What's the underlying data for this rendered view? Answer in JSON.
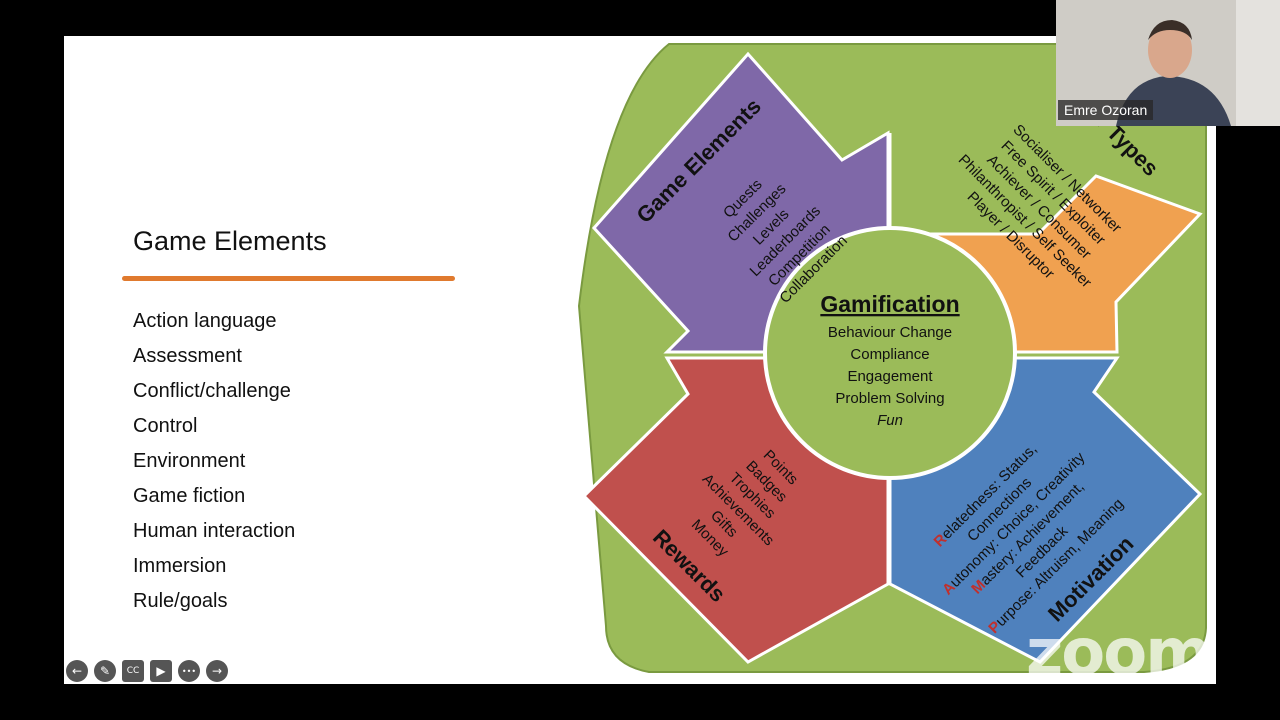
{
  "slide": {
    "title": "Game Elements",
    "items": [
      "Action language",
      "Assessment",
      "Conflict/challenge",
      "Control",
      "Environment",
      "Game fiction",
      "Human interaction",
      "Immersion",
      "Rule/goals"
    ]
  },
  "diagram": {
    "center": {
      "title": "Gamification",
      "lines": [
        "Behaviour Change",
        "Compliance",
        "Engagement",
        "Problem Solving"
      ],
      "fun": "Fun"
    },
    "game_elements": {
      "title": "Game Elements",
      "color": "#7f68a8",
      "items": [
        "Quests",
        "Challenges",
        "Levels",
        "Leaderboards",
        "Competition",
        "Collaboration"
      ]
    },
    "user_types": {
      "title": "User Types",
      "color": "#f0a150",
      "items": [
        "Socialiser / Networker",
        "Free Spirit / Exploiter",
        "Achiever / Consumer",
        "Philanthropist / Self Seeker",
        "Player / Disruptor"
      ]
    },
    "rewards": {
      "title": "Rewards",
      "color": "#c0504d",
      "items": [
        "Points",
        "Badges",
        "Trophies",
        "Achievements",
        "Gifts",
        "Money"
      ]
    },
    "motivation": {
      "title": "Motivation",
      "color": "#4f81bd",
      "lines": [
        {
          "initial": "R",
          "rest": "elatedness: Status,"
        },
        {
          "initial": "",
          "rest": "Connections"
        },
        {
          "initial": "A",
          "rest": "utonomy: Choice, Creativity"
        },
        {
          "initial": "M",
          "rest": "astery: Achievement,"
        },
        {
          "initial": "",
          "rest": "Feedback"
        },
        {
          "initial": "P",
          "rest": "urpose: Altruism, Meaning"
        }
      ]
    },
    "background_color": "#9bbb59"
  },
  "toolbar": {
    "back_icon": "←",
    "pen_icon": "✎",
    "cc_icon": "CC",
    "camera_icon": "▶",
    "more_icon": "•••",
    "forward_icon": "→"
  },
  "zoom": {
    "watermark": "zoom"
  },
  "webcam": {
    "participant_name": "Emre Ozoran"
  }
}
